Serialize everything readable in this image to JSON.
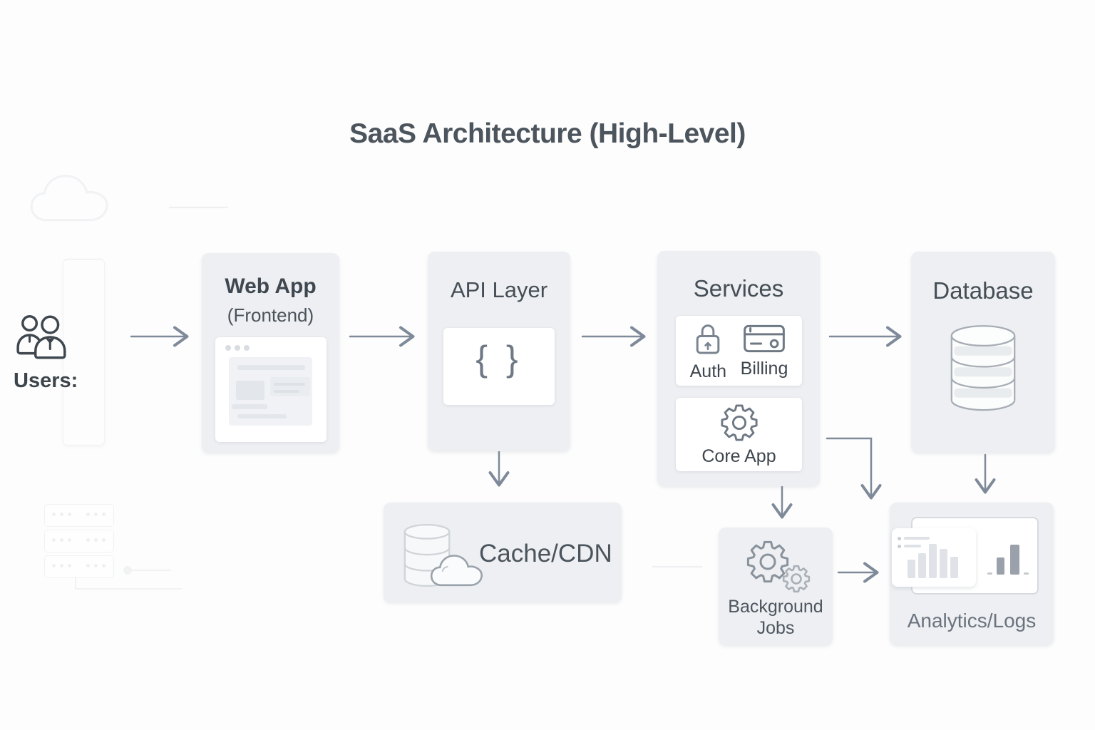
{
  "title": "SaaS Architecture (High-Level)",
  "users_label": "Users:",
  "nodes": {
    "web_app": {
      "title": "Web App",
      "subtitle": "(Frontend)"
    },
    "api_layer": {
      "title": "API Layer",
      "braces_glyph": "{ }"
    },
    "services": {
      "title": "Services",
      "auth_label": "Auth",
      "billing_label": "Billing",
      "core_app_label": "Core App"
    },
    "database": {
      "title": "Database"
    },
    "cache_cdn": {
      "title": "Cache/CDN"
    },
    "background_jobs": {
      "title": "Background Jobs"
    },
    "analytics_logs": {
      "title": "Analytics/Logs"
    }
  },
  "icons": {
    "users": "people-pair-outline",
    "web_app": "browser-window-wireframe",
    "api_layer": "curly-braces",
    "auth": "padlock",
    "billing": "credit-card",
    "core_app": "gear",
    "database": "db-cylinder",
    "cache_cdn": "db-cylinder-with-cloud",
    "background_jobs": "double-gears",
    "analytics_logs": "bar-charts",
    "decor_top_left": "cloud-outline",
    "decor_bottom_left": "server-racks"
  },
  "colors": {
    "arrow": "#7e8a99",
    "node_fill": "#edeff2",
    "icon_stroke": "#6f7984",
    "title_text": "#4c555d",
    "background": "#fdfdfd"
  }
}
